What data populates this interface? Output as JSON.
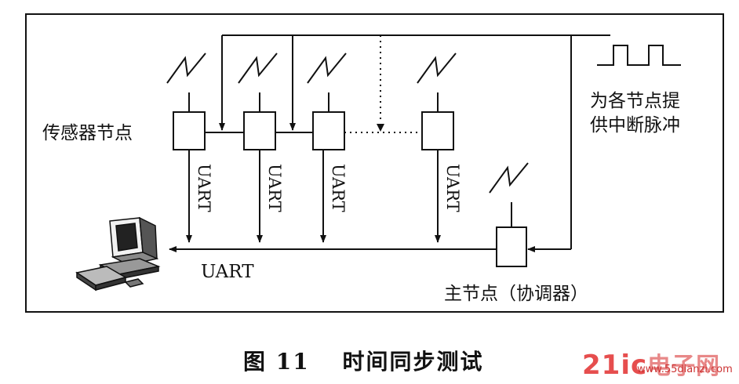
{
  "labels": {
    "sensor_nodes": "传感器节点",
    "interrupt_line1": "为各节点提",
    "interrupt_line2": "供中断脉冲",
    "uart_vertical": "UART",
    "uart_horizontal": "UART",
    "master_node": "主节点（协调器）"
  },
  "caption": "图 11　 时间同步测试",
  "watermark": {
    "logo_digits": "21ic",
    "logo_cn": "电子网",
    "url": "www.55dianzi.com"
  }
}
